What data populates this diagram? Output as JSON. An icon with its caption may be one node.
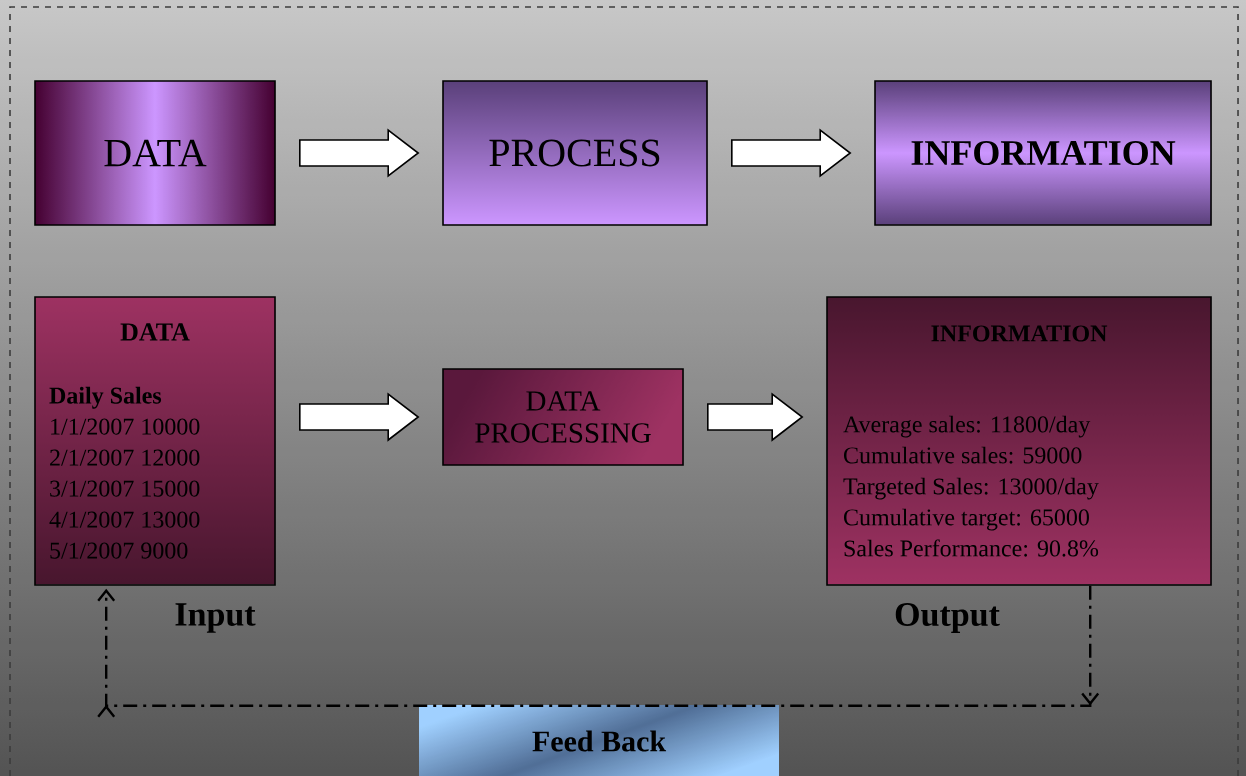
{
  "diagram": {
    "nodes": [
      {
        "text": [
          "DATA"
        ]
      },
      {
        "text": [
          "PROCESS"
        ]
      },
      {
        "text": [
          "INFORMATION"
        ]
      },
      {
        "text": [
          "DATA",
          "Daily Sales",
          "1/1/2007 10000",
          "2/1/2007 12000",
          "3/1/2007 15000",
          "4/1/2007 13000",
          "5/1/2007 9000"
        ],
        "beside": [
          "Input"
        ]
      },
      {
        "text": [
          "DATA PROCESSING"
        ]
      },
      {
        "text": [
          "INFORMATION",
          "Average sales: 11800/day",
          "Cumulative sales: 59000",
          "Targeted Sales: 13000/day",
          "Cumulative target: 65000",
          "Sales Performance: 90.8%"
        ],
        "beside": [
          "Output"
        ]
      },
      {
        "text": [
          "Feed Back"
        ]
      }
    ],
    "edges": [
      {
        "from": 0,
        "to": 1,
        "arrow": "to"
      },
      {
        "from": 1,
        "to": 2,
        "arrow": "to"
      },
      {
        "from": 3,
        "to": 4,
        "arrow": "to"
      },
      {
        "from": 4,
        "to": 5,
        "arrow": "to"
      },
      {
        "from": 5,
        "to": 3,
        "arrow": "to",
        "style": "dashed"
      }
    ]
  }
}
